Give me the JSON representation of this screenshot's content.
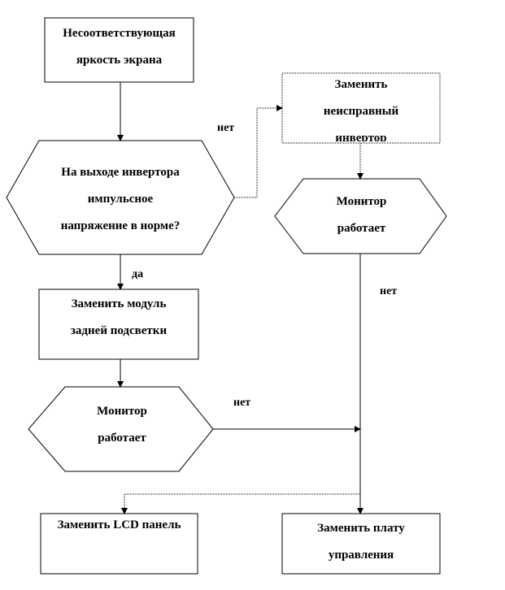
{
  "nodes": {
    "start": [
      "Несоответствующая",
      "яркость экрана"
    ],
    "check_inverter": [
      "На выходе инвертора",
      "импульсное",
      "напряжение в норме?"
    ],
    "replace_inverter": [
      "Заменить",
      "неисправный",
      "инвертор"
    ],
    "monitor_works_1": [
      "Монитор",
      "работает"
    ],
    "replace_backlight": [
      "Заменить модуль",
      "задней подсветки"
    ],
    "monitor_works_2": [
      "Монитор",
      "работает"
    ],
    "replace_lcd": [
      "Заменить LCD панель"
    ],
    "replace_board": [
      "Заменить плату",
      "управления"
    ]
  },
  "edges": {
    "no1": "нет",
    "yes1": "да",
    "no2": "нет",
    "no3": "нет"
  }
}
